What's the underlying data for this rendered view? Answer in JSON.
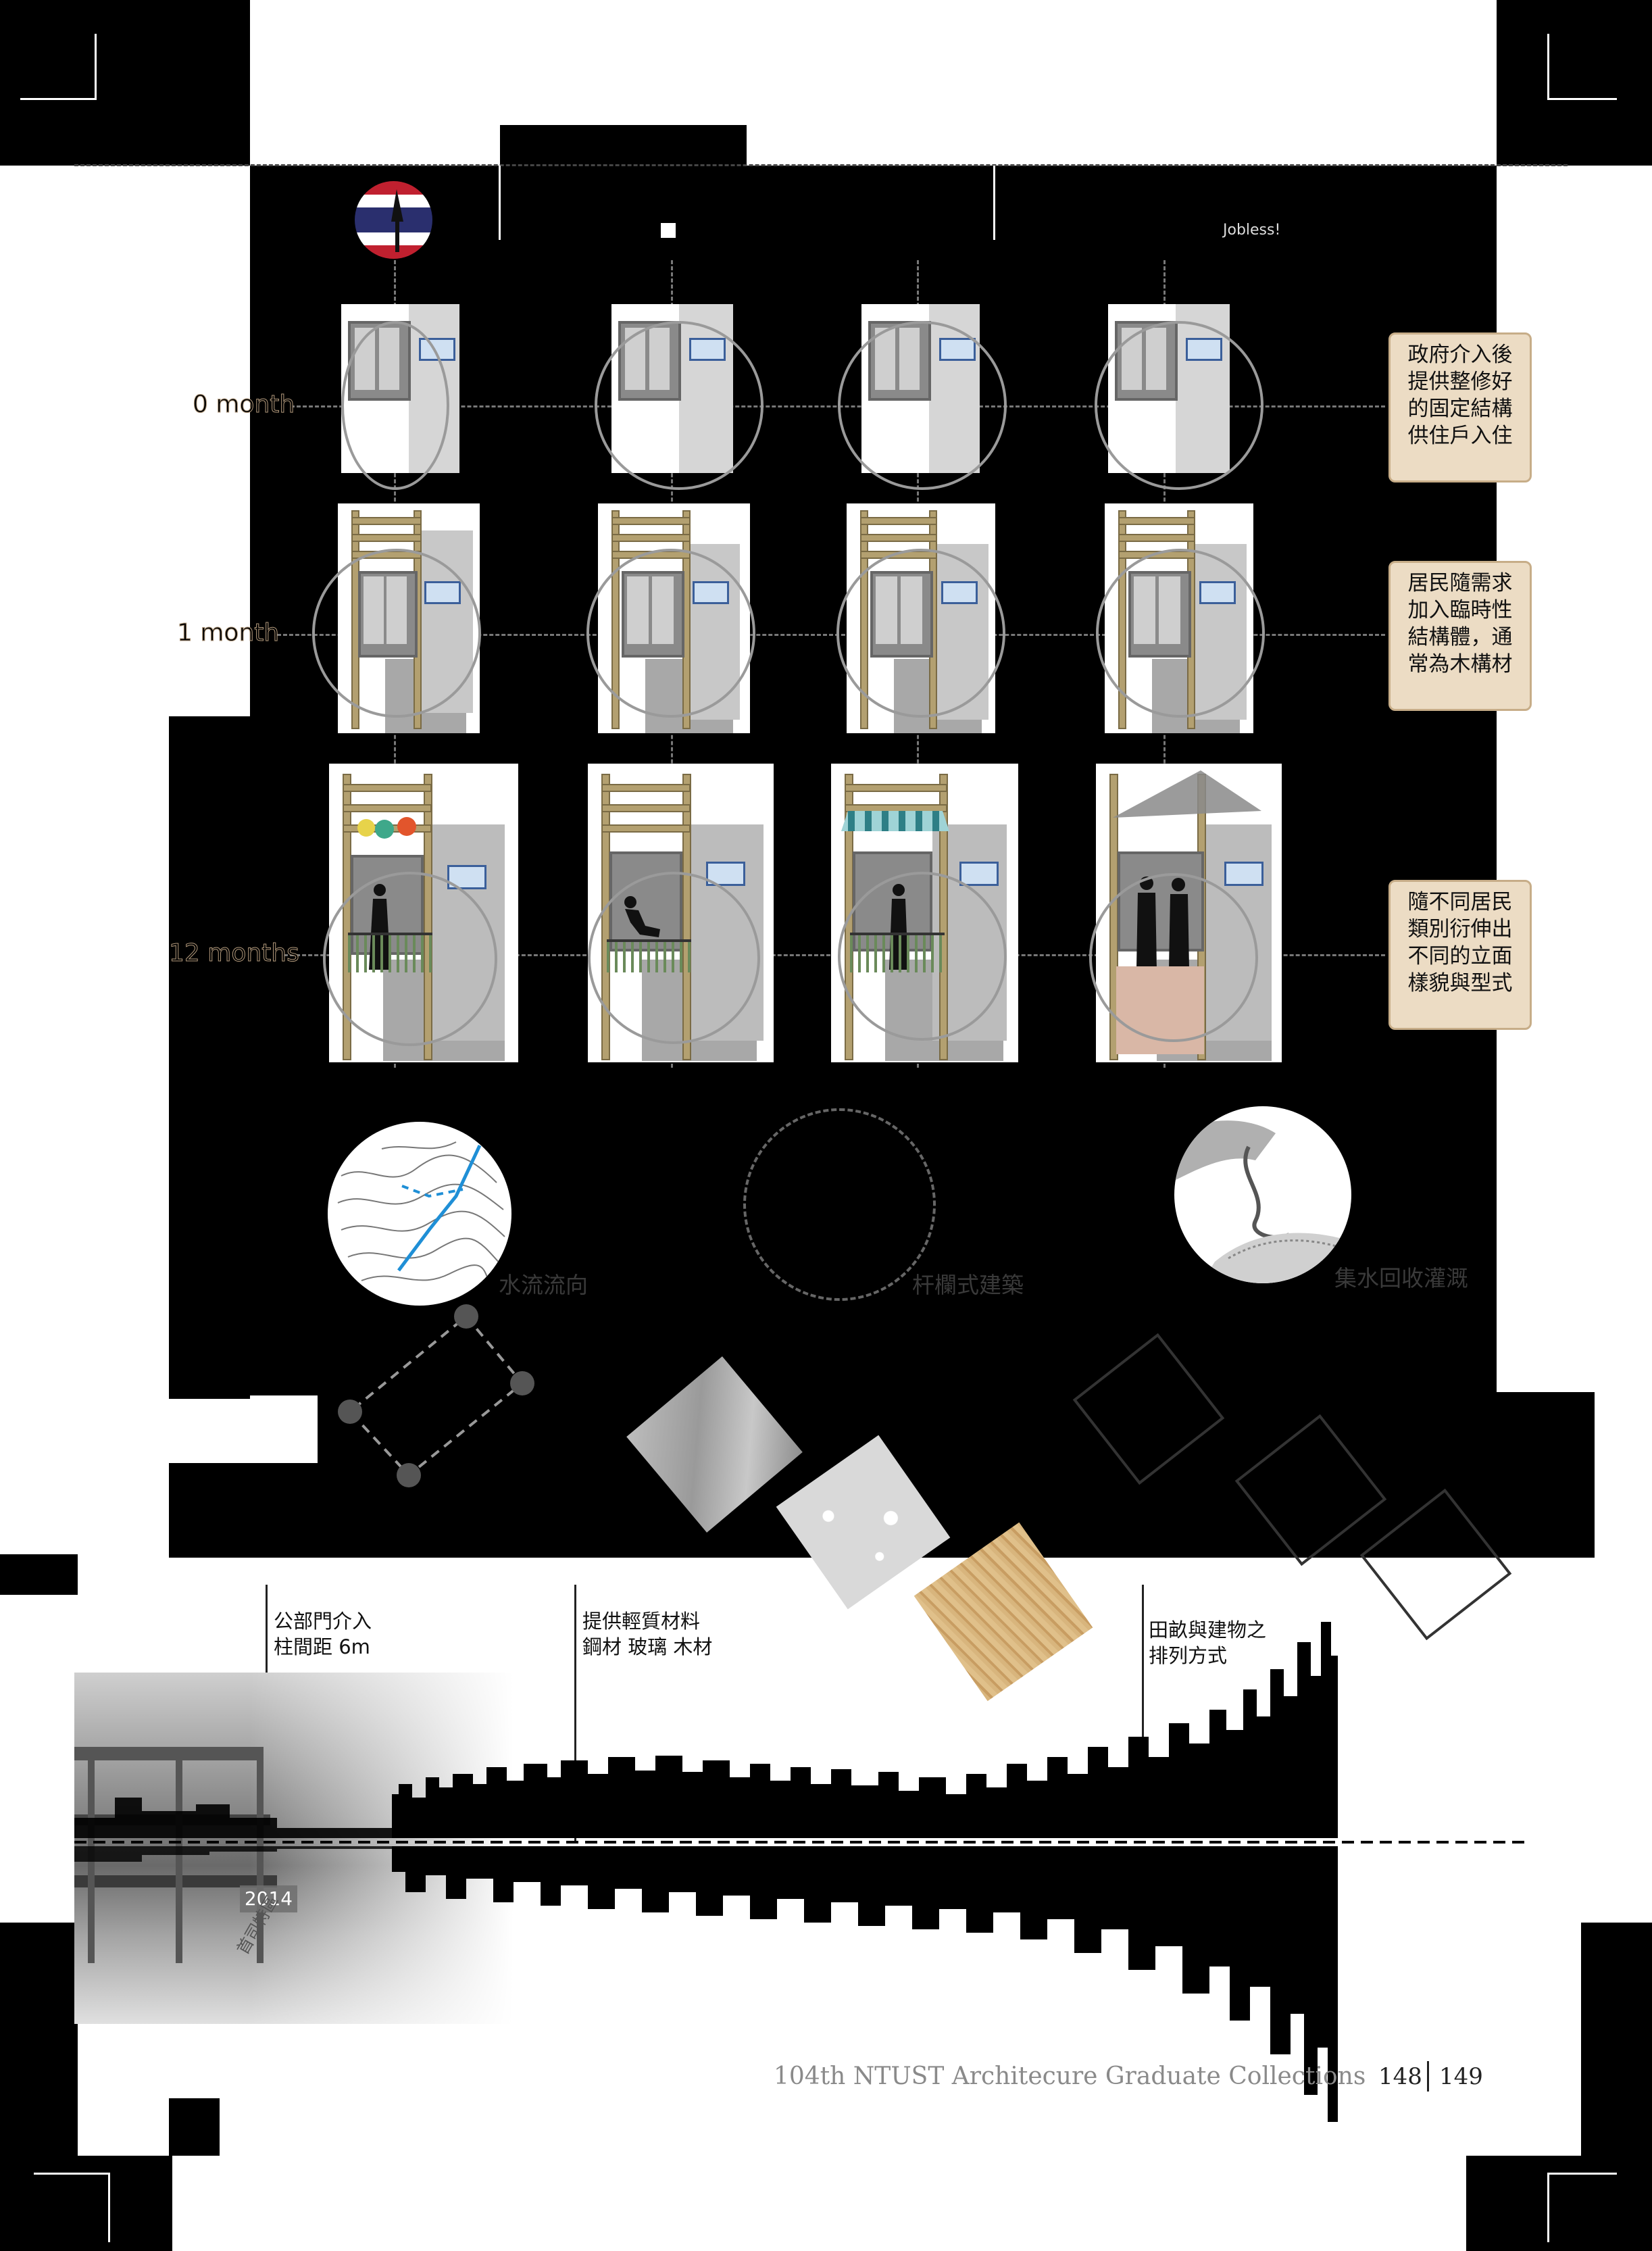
{
  "header": {
    "jobless_text": "Jobless!"
  },
  "rows": [
    {
      "label": "0 month",
      "note": "政府介入後提供整修好的固定結構供住戶入住"
    },
    {
      "label": "1 month",
      "note": "居民隨需求加入臨時性結構體，通常為木構材"
    },
    {
      "label": "12 months",
      "note": "隨不同居民類別衍伸出不同的立面樣貌與型式"
    }
  ],
  "concepts": [
    {
      "caption": "水流流向",
      "icon": "topographic-map-icon"
    },
    {
      "caption": "杆欄式建築",
      "icon": "dashed-circle-icon"
    },
    {
      "caption": "集水回收灌溉",
      "icon": "rainwater-collection-icon"
    }
  ],
  "timeline": {
    "labels": [
      {
        "line1": "公部門介入",
        "line2": "柱間距 6m"
      },
      {
        "line1": "提供輕質材料",
        "line2": "鋼材 玻璃 木材"
      },
      {
        "line1": "田畝與建物之",
        "line2": "排列方式"
      }
    ],
    "year": "2014",
    "vertical_label": "首司特區"
  },
  "footer": {
    "collection_title": "104th NTUST Architecure Graduate Collections",
    "page_left": "148",
    "page_right": "149"
  },
  "colors": {
    "note_bg": "#ecdcc4",
    "accent_water": "#1f8fd6",
    "wood": "#b3a070"
  }
}
